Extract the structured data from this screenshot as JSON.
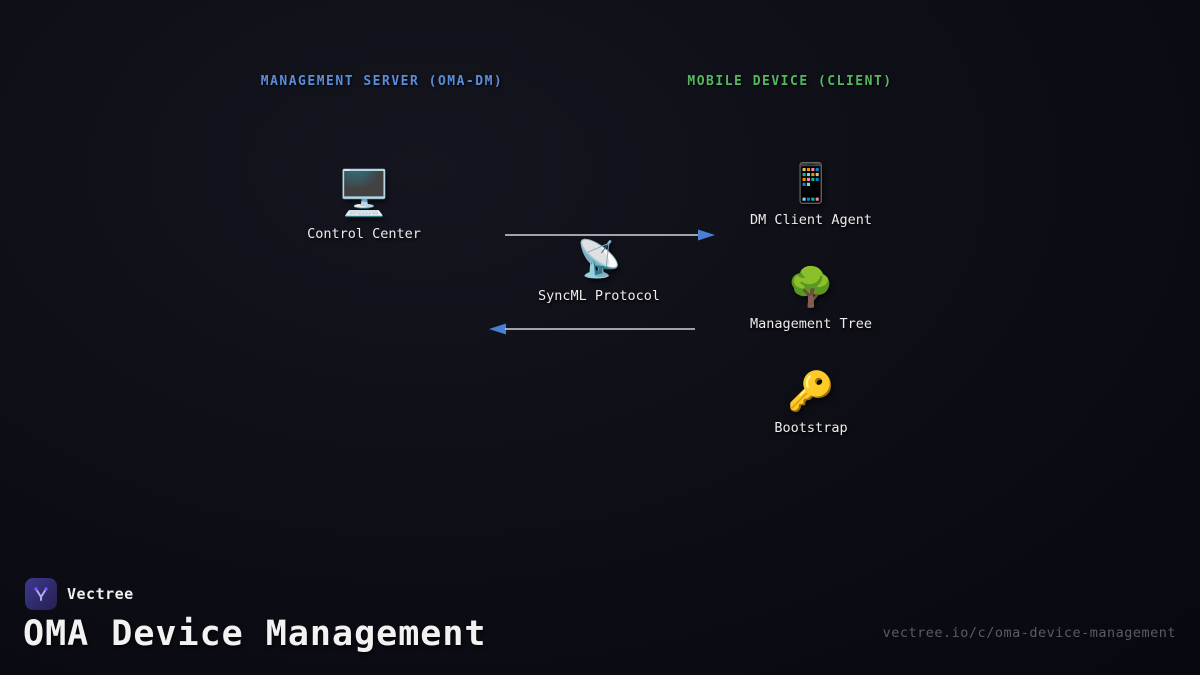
{
  "diagram": {
    "left_header": {
      "label": "MANAGEMENT SERVER (OMA-DM)"
    },
    "right_header": {
      "label": "MOBILE DEVICE (CLIENT)"
    },
    "server_node": {
      "icon": "🖥️",
      "label": "Control Center"
    },
    "protocol_node": {
      "icon": "📡",
      "label": "SyncML Protocol"
    },
    "client_nodes": [
      {
        "icon": "📱",
        "label": "DM Client Agent"
      },
      {
        "icon": "🌳",
        "label": "Management Tree"
      },
      {
        "icon": "🔑",
        "label": "Bootstrap"
      }
    ],
    "colors": {
      "server_header": "#5b8dd9",
      "client_header": "#55b85f",
      "arrow_line": "#cfd3da",
      "arrow_head": "#4a7fd4"
    }
  },
  "footer": {
    "brand": "Vectree",
    "title": "OMA Device Management",
    "url": "vectree.io/c/oma-device-management"
  }
}
